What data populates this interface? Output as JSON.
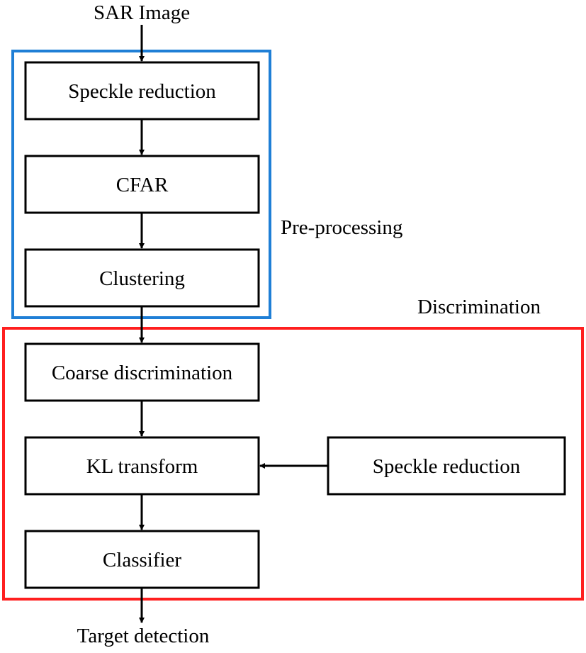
{
  "input_label": "SAR Image",
  "output_label": "Target detection",
  "colors": {
    "preprocessing_border": "#1f7fd6",
    "discrimination_border": "#ff1f1f",
    "box_border": "#000000",
    "arrow": "#000000"
  },
  "preprocessing": {
    "label": "Pre-processing",
    "steps": [
      "Speckle reduction",
      "CFAR",
      "Clustering"
    ]
  },
  "discrimination": {
    "label": "Discrimination",
    "steps": [
      "Coarse discrimination",
      "KL transform",
      "Classifier"
    ],
    "side_input": "Speckle reduction"
  }
}
